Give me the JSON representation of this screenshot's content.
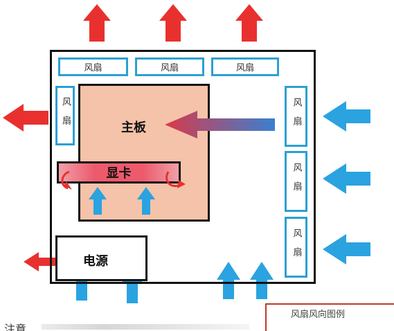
{
  "diagram": {
    "fans_top": [
      "风扇",
      "风扇",
      "风扇"
    ],
    "fan_left": "风扇",
    "fans_right": [
      "风扇",
      "风扇",
      "风扇"
    ],
    "motherboard": "主板",
    "gpu": "显卡",
    "psu": "电源",
    "legend_title": "风扇风向图例",
    "footnote": "注意",
    "colors": {
      "exhaust": "#e8312f",
      "intake": "#2aa3e0",
      "fan_border": "#2d9fd3",
      "board": "#f5c3a9",
      "gpu": "#ec5a6c"
    }
  }
}
